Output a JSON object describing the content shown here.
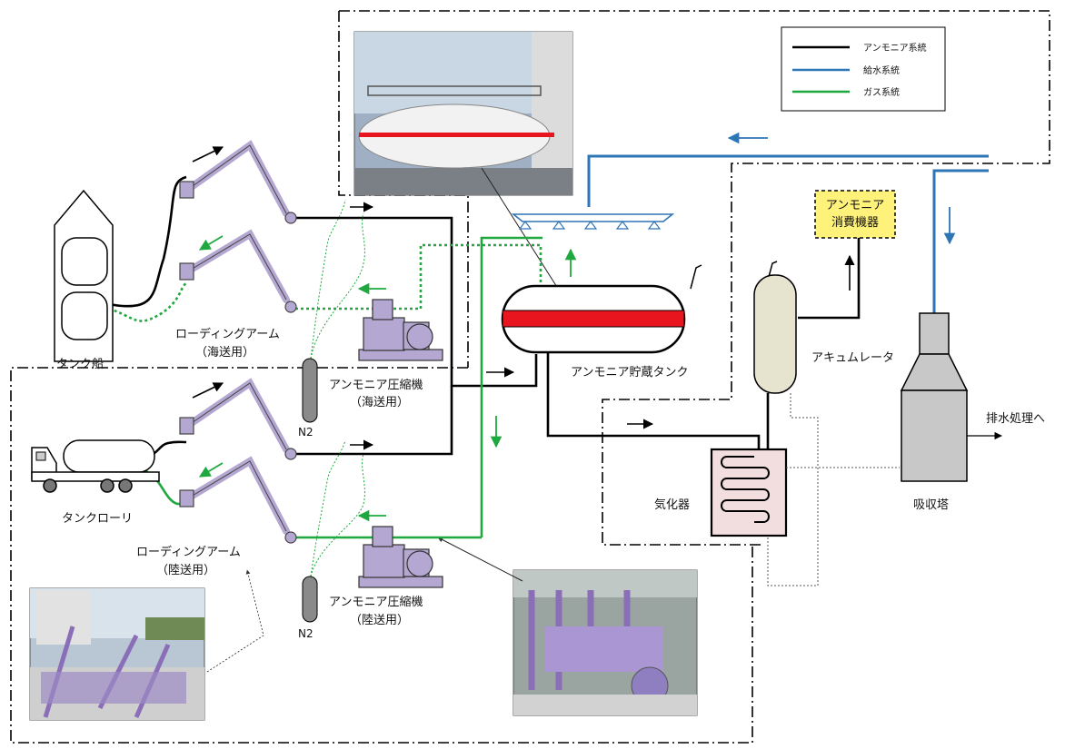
{
  "legend": {
    "ammonia_line": "アンモニア系統",
    "water_line": "給水系統",
    "gas_line": "ガス系統"
  },
  "labels": {
    "tanker_ship": "タンク船",
    "tank_lorry": "タンクローリ",
    "loading_arm_sea_1": "ローディングアーム",
    "loading_arm_sea_2": "（海送用）",
    "loading_arm_land_1": "ローディングアーム",
    "loading_arm_land_2": "（陸送用）",
    "compressor_sea_1": "アンモニア圧縮機",
    "compressor_sea_2": "（海送用）",
    "compressor_land_1": "アンモニア圧縮機",
    "compressor_land_2": "（陸送用）",
    "n2_upper": "N2",
    "n2_lower": "N2",
    "storage_tank": "アンモニア貯蔵タンク",
    "accumulator": "アキュムレータ",
    "consumer_1": "アンモニア",
    "consumer_2": "消費機器",
    "vaporizer": "気化器",
    "absorption_tower": "吸収塔",
    "drainage": "排水処理へ"
  },
  "colors": {
    "ammonia": "#000000",
    "water": "#2e75b6",
    "gas": "#1fa83f",
    "equipment": "#b4a8d2",
    "tank_band": "#e8141e",
    "consumer_box": "#fff27a",
    "accumulator": "#e6e3cf",
    "vaporizer": "#f2dede",
    "tower": "#c8c8c8"
  }
}
